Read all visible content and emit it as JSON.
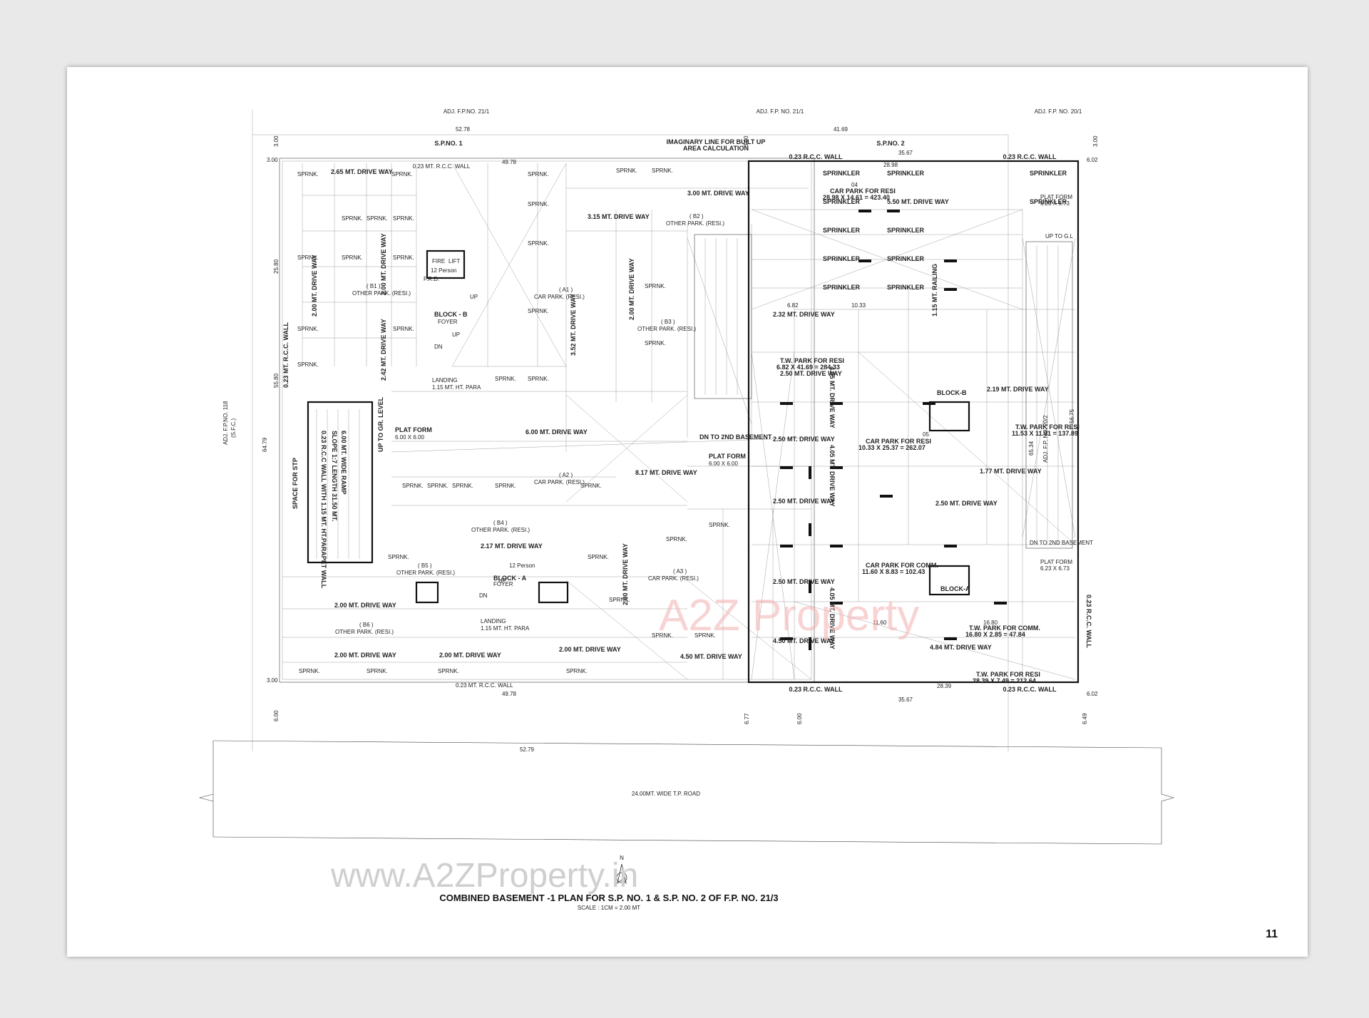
{
  "drawing": {
    "title": "COMBINED BASEMENT -1 PLAN FOR S.P. NO. 1 & S.P. NO. 2 OF F.P. NO. 21/3",
    "scale": "SCALE : 1CM = 2.00 MT",
    "page_number": "11",
    "watermark": "www.A2ZProperty.in",
    "watermark_logo": "A2Z Property",
    "north": "N"
  },
  "adjacent": {
    "top_left": "ADJ. F.P.NO. 21/1",
    "top_mid": "ADJ. F.P. NO. 21/1",
    "top_right": "ADJ. F.P. NO. 20/1",
    "left": "ADJ. F.P.NO. 118",
    "left_sub": "(S.F.C.)",
    "right": "ADJ. F.P. NO. 20/2",
    "road": "24.00MT. WIDE T.P. ROAD"
  },
  "dimensions": {
    "top_left": "52.78",
    "top_right": "41.69",
    "sp1_top": "49.78",
    "sp2_top": "35.67",
    "sp1_bottom": "49.78",
    "sp2_bottom": "35.67",
    "road_len": "52.79",
    "left_total": "64.79",
    "left_inner": "55.80",
    "left_upper": "25.80",
    "right_total": "65.34",
    "right_inner": "56.75",
    "left_top": "3.00",
    "left_bottom": "3.00",
    "right_top": "6.02",
    "right_bottom": "6.02",
    "front_setback_1": "6.00",
    "front_setback_2": "6.77",
    "front_setback_3": "6.00",
    "front_setback_4": "6.49",
    "top_setback_1": "3.00",
    "top_setback_2": "3.00",
    "top_setback_3": "3.00"
  },
  "sp1": {
    "label": "S.P.NO. 1",
    "rcc_wall_top": "0.23 MT. R.C.C. WALL",
    "rcc_wall_bottom": "0.23 MT. R.C.C. WALL",
    "rcc_wall_left": "0.23 MT. R.C.C. WALL",
    "imaginary": "IMAGINARY LINE FOR BUILT UP",
    "area_calc": "AREA CALCULATION",
    "space_stp": "SPACE FOR STP",
    "ramp_1": "SLOPE 1:7 LENGTH 31.50 MT.",
    "ramp_2": "6.00 MT. WIDE RAMP",
    "ramp_3": "0.23 R.C.C WALL WITH 1.15 MT. HT.PARAPET WALL",
    "drive_1": "2.65 MT. DRIVE WAY",
    "drive_2": "2.00 MT. DRIVE WAY",
    "drive_3": "6.00 MT. DRIVE WAY",
    "drive_4": "8.17 MT. DRIVE WAY",
    "drive_5": "4.50 MT. DRIVE WAY",
    "drive_6": "3.00 MT. DRIVE WAY",
    "drive_7": "3.15 MT. DRIVE WAY",
    "drive_8": "2.17 MT. DRIVE WAY",
    "drive_9": "2.42 MT. DRIVE WAY",
    "drive_10": "3.52 MT. DRIVE WAY",
    "block_b": "BLOCK - B",
    "block_a": "BLOCK - A",
    "lift": "LIFT",
    "fire": "FIRE",
    "person": "12 Person",
    "foyer": "FOYER",
    "plat_form": "PLAT FORM",
    "plat_dim": "6.00 X 6.00",
    "dn_2nd": "DN TO 2ND BASEMENT",
    "up_gl": "UP TO GR. LEVEL",
    "a1": "( A1 )",
    "a2": "( A2 )",
    "a3": "( A3 )",
    "b1": "( B1 )",
    "b2": "( B2 )",
    "b3": "( B3 )",
    "b4": "( B4 )",
    "b5": "( B5 )",
    "b6": "( B6 )",
    "car_park_resi": "CAR PARK. (RESI.)",
    "other_park_resi": "OTHER PARK. (RESI.)",
    "sprnk": "SPRNK.",
    "landing": "LANDING",
    "para": "1.15 MT. HT. PARA",
    "up": "UP",
    "dn": "DN",
    "fd": "F.R.D."
  },
  "sp2": {
    "label": "S.P.NO. 2",
    "rcc_top": "0.23 R.C.C. WALL",
    "rcc_bottom": "0.23 R.C.C. WALL",
    "rcc_right": "0.23 R.C.C. WALL",
    "sprinkler": "SPRINKLER",
    "car_park_resi": "CAR PARK FOR RESI",
    "car_park_04": "04",
    "car_park_04_dim": "28.98 X 14.61 = 423.40",
    "car_park_05": "05",
    "car_park_05_dim": "10.33 X 25.37 = 262.07",
    "car_park_comm": "CAR PARK FOR COMM.",
    "car_park_comm_dim": "11.60 X 8.83 = 102.43",
    "tw_resi_06": "T.W. PARK FOR RESI",
    "tw_06_dim": "6.82 X 41.69 = 284.33",
    "tw_07": "T.W. PARK FOR RESI",
    "tw_07_dim": "11.53 X 11.81 = 137.89",
    "tw_08": "T.W. PARK FOR COMM.",
    "tw_08_dim": "16.80 X 2.85 = 47.84",
    "tw_09": "T.W. PARK FOR RESI",
    "tw_09_dim": "28.39 X 7.49 = 212.64",
    "drive_1": "5.50 MT. DRIVE WAY",
    "drive_2": "2.32 MT. DRIVE WAY",
    "drive_3": "2.50 MT. DRIVE WAY",
    "drive_4": "4.50 MT. DRIVE WAY",
    "drive_5": "4.84 MT. DRIVE WAY",
    "drive_6": "2.19 MT. DRIVE WAY",
    "drive_7": "1.77 MT. DRIVE WAY",
    "drive_8": "4.05 MT. DRIVE WAY",
    "plat_form": "PLAT FORM",
    "plat_dim": "6.23 X 6.73",
    "up_gl": "UP TO G.L",
    "dn_2nd": "DN TO 2ND BASEMENT",
    "block_a": "BLOCK-A",
    "block_b": "BLOCK-B",
    "railing": "1.15 MT. RAILING",
    "dim_2898": "28.98",
    "dim_1033": "10.33",
    "dim_1160": "11.60",
    "dim_1680": "16.80",
    "dim_2839": "28.39",
    "dim_682": "6.82"
  }
}
